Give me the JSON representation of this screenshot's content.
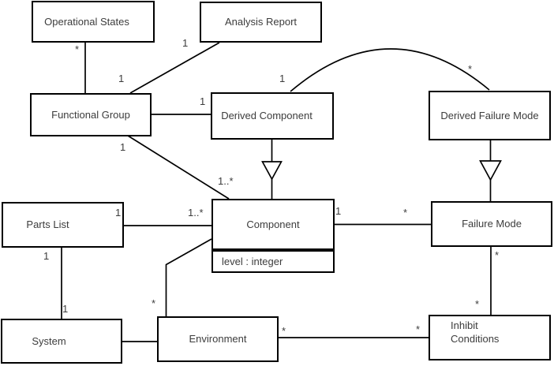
{
  "diagram": {
    "kind": "uml-class-diagram",
    "classes": [
      {
        "id": "operational-states",
        "name": "Operational States"
      },
      {
        "id": "analysis-report",
        "name": "Analysis Report"
      },
      {
        "id": "functional-group",
        "name": "Functional Group"
      },
      {
        "id": "derived-component",
        "name": "Derived Component"
      },
      {
        "id": "derived-failure-mode",
        "name": "Derived Failure Mode"
      },
      {
        "id": "parts-list",
        "name": "Parts List"
      },
      {
        "id": "component",
        "name": "Component",
        "attribute": "level : integer"
      },
      {
        "id": "failure-mode",
        "name": "Failure Mode"
      },
      {
        "id": "system",
        "name": "System"
      },
      {
        "id": "environment",
        "name": "Environment"
      },
      {
        "id": "inhibit-conditions",
        "name": "Inhibit Conditions"
      }
    ],
    "associations": [
      {
        "id": "operational-states__functional-group",
        "type": "association",
        "source": "Operational States",
        "target": "Functional Group",
        "source_label": "*",
        "target_label": ""
      },
      {
        "id": "analysis-report__functional-group",
        "type": "association",
        "source": "Analysis Report",
        "target": "Functional Group",
        "source_label": "1",
        "target_label": "1"
      },
      {
        "id": "functional-group__derived-component",
        "type": "association",
        "source": "Functional Group",
        "target": "Derived Component",
        "source_label": "",
        "target_label": "1"
      },
      {
        "id": "functional-group__component",
        "type": "association",
        "source": "Functional Group",
        "target": "Component",
        "source_label": "1",
        "target_label": "1..*"
      },
      {
        "id": "derived-component__component",
        "type": "generalization",
        "source": "Derived Component",
        "target": "Component",
        "source_label": "",
        "target_label": ""
      },
      {
        "id": "derived-component__derived-failure-mode",
        "type": "association",
        "source": "Derived Component",
        "target": "Derived Failure Mode",
        "source_label": "1",
        "target_label": "*"
      },
      {
        "id": "derived-failure-mode__failure-mode",
        "type": "generalization",
        "source": "Derived Failure Mode",
        "target": "Failure Mode",
        "source_label": "",
        "target_label": ""
      },
      {
        "id": "parts-list__component",
        "type": "association",
        "source": "Parts List",
        "target": "Component",
        "source_label": "1",
        "target_label": "1..*"
      },
      {
        "id": "component__failure-mode",
        "type": "association",
        "source": "Component",
        "target": "Failure Mode",
        "source_label": "1",
        "target_label": "*"
      },
      {
        "id": "parts-list__system",
        "type": "association",
        "source": "Parts List",
        "target": "System",
        "source_label": "1",
        "target_label": "1"
      },
      {
        "id": "system__environment",
        "type": "association",
        "source": "System",
        "target": "Environment",
        "source_label": "",
        "target_label": ""
      },
      {
        "id": "component__environment",
        "type": "association",
        "source": "Component",
        "target": "Environment",
        "source_label": "",
        "target_label": "*"
      },
      {
        "id": "environment__inhibit-conditions",
        "type": "association",
        "source": "Environment",
        "target": "Inhibit Conditions",
        "source_label": "*",
        "target_label": "*"
      },
      {
        "id": "failure-mode__inhibit-conditions",
        "type": "association",
        "source": "Failure Mode",
        "target": "Inhibit Conditions",
        "source_label": "*",
        "target_label": "*"
      }
    ],
    "colors": {
      "line": "#000000",
      "box_fill": "#ffffff",
      "text": "#3c3c3c"
    }
  }
}
